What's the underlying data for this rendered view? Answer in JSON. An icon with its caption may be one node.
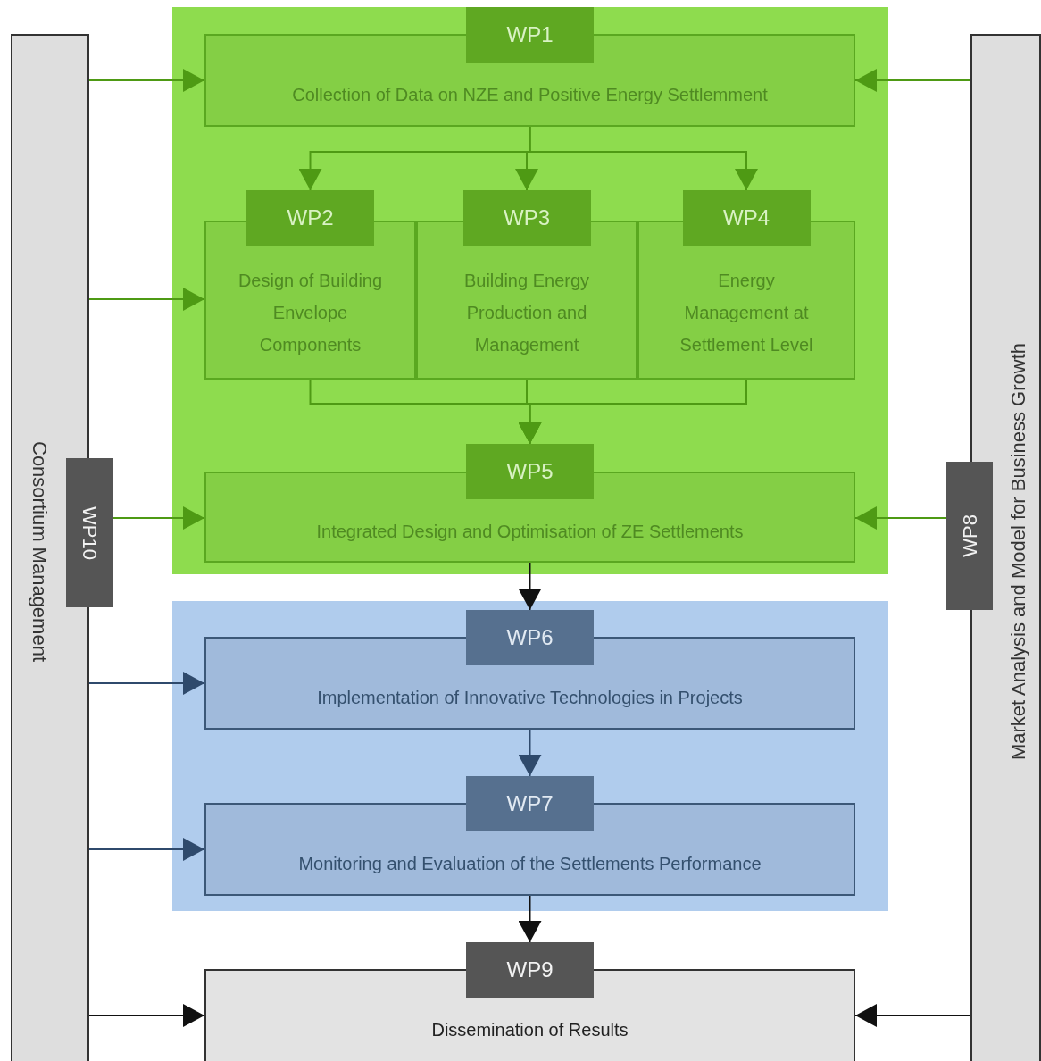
{
  "diagram": {
    "nodes": [
      {
        "text": [
          "WP10",
          "Consortium Management"
        ]
      },
      {
        "text": [],
        "shape": "box"
      },
      {
        "text": [
          "WP1",
          "Collection of Data on NZE and Positive Energy Settlemment"
        ],
        "in": 1
      },
      {
        "text": [
          "WP2",
          "Design of Building Envelope Components"
        ],
        "in": 1
      },
      {
        "text": [
          "WP3",
          "Building Energy Production and Management"
        ],
        "in": 1
      },
      {
        "text": [
          "WP4",
          "Energy Management at Settlement Level"
        ],
        "in": 1
      },
      {
        "text": [
          "WP5",
          "Integrated Design and Optimisation of ZE Settlements"
        ],
        "in": 1
      },
      {
        "text": [],
        "shape": "box"
      },
      {
        "text": [
          "WP6",
          "Implementation of Innovative Technologies in Projects"
        ],
        "in": 7
      },
      {
        "text": [
          "WP7",
          "Monitoring and Evaluation of the Settlements Performance"
        ],
        "in": 7
      },
      {
        "text": [
          "WP9",
          "Dissemination of Results"
        ]
      },
      {
        "text": [
          "WP8",
          "Market Analysis and Model for Business Growth"
        ]
      }
    ],
    "edges": [
      {
        "from": 0,
        "to": 2,
        "arrow": "to"
      },
      {
        "from": 0,
        "to": 3,
        "arrow": "to"
      },
      {
        "from": 0,
        "to": 6,
        "arrow": "to"
      },
      {
        "from": 0,
        "to": 8,
        "arrow": "to",
        "color": "#2f4a6c"
      },
      {
        "from": 0,
        "to": 9,
        "arrow": "to",
        "color": "#2f4a6c"
      },
      {
        "from": 0,
        "to": 10,
        "arrow": "to",
        "color": "#111111"
      },
      {
        "from": 11,
        "to": 2,
        "arrow": "to"
      },
      {
        "from": 11,
        "to": 6,
        "arrow": "to"
      },
      {
        "from": 11,
        "to": 10,
        "arrow": "to",
        "color": "#111111"
      },
      {
        "from": 2,
        "to": 3,
        "arrow": "to"
      },
      {
        "from": 2,
        "to": 4,
        "arrow": "to"
      },
      {
        "from": 2,
        "to": 5,
        "arrow": "to"
      },
      {
        "from": 3,
        "to": 6,
        "arrow": "to"
      },
      {
        "from": 4,
        "to": 6,
        "arrow": "to"
      },
      {
        "from": 5,
        "to": 6,
        "arrow": "to"
      },
      {
        "from": 6,
        "to": 8,
        "arrow": "to",
        "color": "#111111"
      },
      {
        "from": 8,
        "to": 9,
        "arrow": "to",
        "color": "#2f4a6c"
      },
      {
        "from": 9,
        "to": 10,
        "arrow": "to",
        "color": "#111111"
      }
    ]
  }
}
